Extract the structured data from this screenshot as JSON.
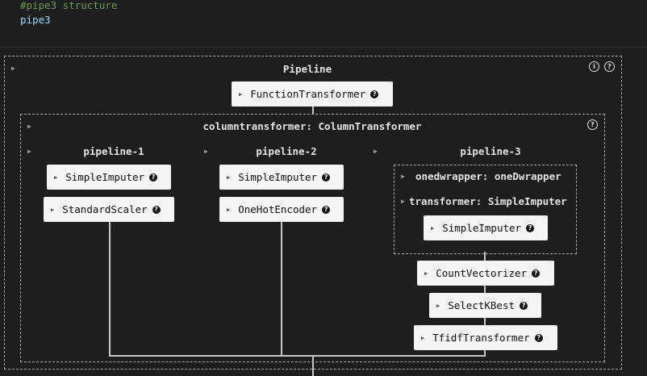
{
  "code": {
    "comment": "#pipe3 structure",
    "expression": "pipe3"
  },
  "diagram": {
    "pipeline_title": "Pipeline",
    "info_icon_glyph": "i",
    "help_icon_glyph": "?",
    "function_transformer": "FunctionTransformer",
    "columntransformer_title": "columntransformer: ColumnTransformer",
    "pipeline1": {
      "title": "pipeline-1",
      "steps": [
        "SimpleImputer",
        "StandardScaler"
      ]
    },
    "pipeline2": {
      "title": "pipeline-2",
      "steps": [
        "SimpleImputer",
        "OneHotEncoder"
      ]
    },
    "pipeline3": {
      "title": "pipeline-3",
      "wrapper_label": "onedwrapper: oneDwrapper",
      "transformer_label": "transformer: SimpleImputer",
      "inner_step": "SimpleImputer",
      "steps": [
        "CountVectorizer",
        "SelectKBest",
        "TfidfTransformer"
      ]
    },
    "colors": {
      "background": "#1e1e1e",
      "box_fill": "#f4f4f4",
      "dashed_border": "#a8a8a8",
      "connector": "#c8c8c8"
    }
  }
}
